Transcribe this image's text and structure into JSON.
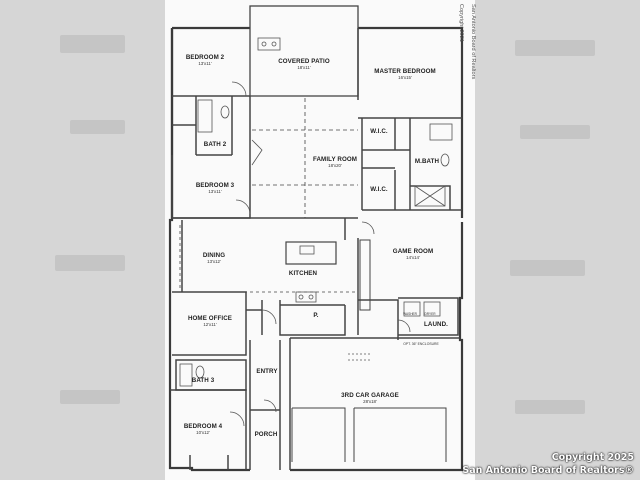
{
  "rooms": {
    "bedroom2": {
      "name": "BEDROOM 2",
      "dim": "13'x11'"
    },
    "covered_patio": {
      "name": "COVERED PATIO",
      "dim": "18'x11'"
    },
    "master_bedroom": {
      "name": "MASTER BEDROOM",
      "dim": "16'x15'"
    },
    "bath2": {
      "name": "BATH 2"
    },
    "wic1": {
      "name": "W.I.C."
    },
    "family_room": {
      "name": "FAMILY ROOM",
      "dim": "18'x20'"
    },
    "mbath": {
      "name": "M.BATH"
    },
    "bedroom3": {
      "name": "BEDROOM 3",
      "dim": "13'x11'"
    },
    "wic2": {
      "name": "W.I.C."
    },
    "dining": {
      "name": "DINING",
      "dim": "13'x12'"
    },
    "kitchen": {
      "name": "KITCHEN"
    },
    "game_room": {
      "name": "GAME ROOM",
      "dim": "14'x14'"
    },
    "home_office": {
      "name": "HOME OFFICE",
      "dim": "12'x11'"
    },
    "pantry": {
      "name": "P."
    },
    "laundry": {
      "name": "LAUND."
    },
    "bath3": {
      "name": "BATH 3"
    },
    "entry": {
      "name": "ENTRY"
    },
    "garage": {
      "name": "3RD CAR GARAGE",
      "dim": "28'x18'"
    },
    "bedroom4": {
      "name": "BEDROOM 4",
      "dim": "10'x12'"
    },
    "porch": {
      "name": "PORCH"
    }
  },
  "plan_notes": {
    "copyright_vertical": "Copyright 2021",
    "source_vertical": "San Antonio Board of Realtors",
    "opt_encl": "OPT. 36\" ENCLOSURE",
    "washer": "WASHER",
    "dryer": "DRYER"
  },
  "watermark": {
    "line1": "Copyright 2025",
    "line2": "San Antonio Board of Realtors®"
  }
}
